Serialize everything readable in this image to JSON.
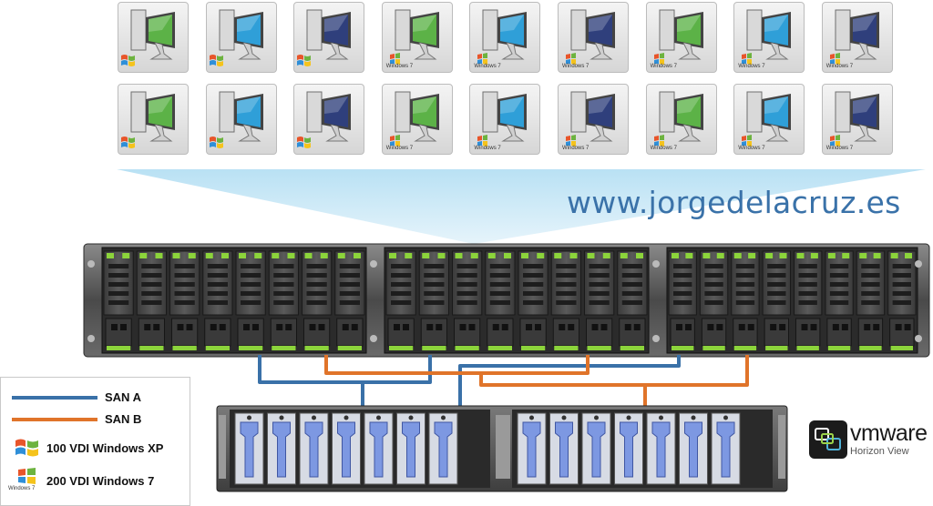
{
  "site": {
    "url": "www.jorgedelacruz.es"
  },
  "legend": {
    "san_a": {
      "label": "SAN A",
      "color": "#3a71a8"
    },
    "san_b": {
      "label": "SAN B",
      "color": "#e0742a"
    },
    "xp": {
      "label": "100 VDI Windows XP"
    },
    "w7": {
      "label": "200 VDI Windows 7"
    }
  },
  "vdi_icons": {
    "windows7_text": "Windows 7",
    "rows": [
      [
        "xp-green",
        "xp-blue",
        "xp-navy",
        "w7-green",
        "w7-blue",
        "w7-navy",
        "w7-green",
        "w7-blue",
        "w7-navy"
      ],
      [
        "xp-green",
        "xp-blue",
        "xp-navy",
        "w7-green",
        "w7-blue",
        "w7-navy",
        "w7-green",
        "w7-blue",
        "w7-navy"
      ]
    ]
  },
  "brand": {
    "vmware": "vmware",
    "product": "Horizon View"
  },
  "colors": {
    "site_url": "#3a72a9",
    "screen_green": "#5cb247",
    "screen_blue": "#2f9fd8",
    "screen_navy": "#2f3f7c",
    "funnel": "#c6e7f6"
  }
}
